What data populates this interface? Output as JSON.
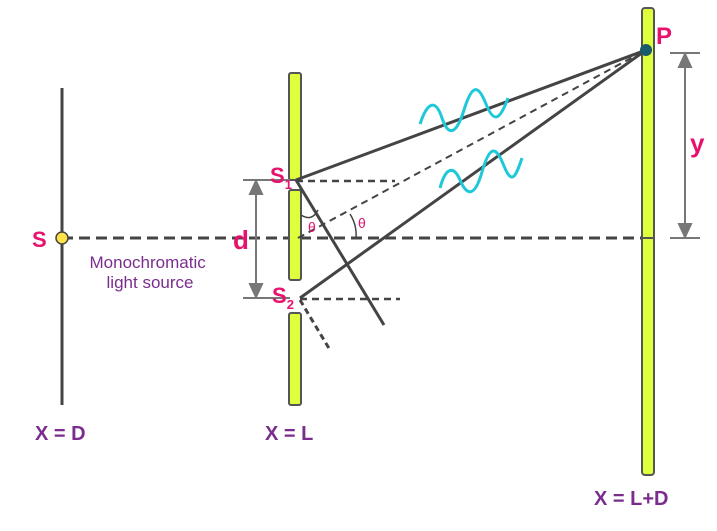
{
  "labels": {
    "source": "S",
    "slit1": "S",
    "slit1_sub": "1",
    "slit2": "S",
    "slit2_sub": "2",
    "separation": "d",
    "point": "P",
    "height": "y",
    "theta1": "θ",
    "theta2": "θ",
    "source_desc_line1": "Monochromatic",
    "source_desc_line2": "light source",
    "x_source": "X = D",
    "x_slits": "X = L",
    "x_screen": "X = L+D"
  },
  "colors": {
    "accent": "#e8116e",
    "purple": "#7b2d8e",
    "barrier": "#ddff3c",
    "line": "#444444",
    "wave": "#1ec8d8",
    "dot_source": "#ffe14a",
    "dot_point": "#1a5a6a"
  }
}
